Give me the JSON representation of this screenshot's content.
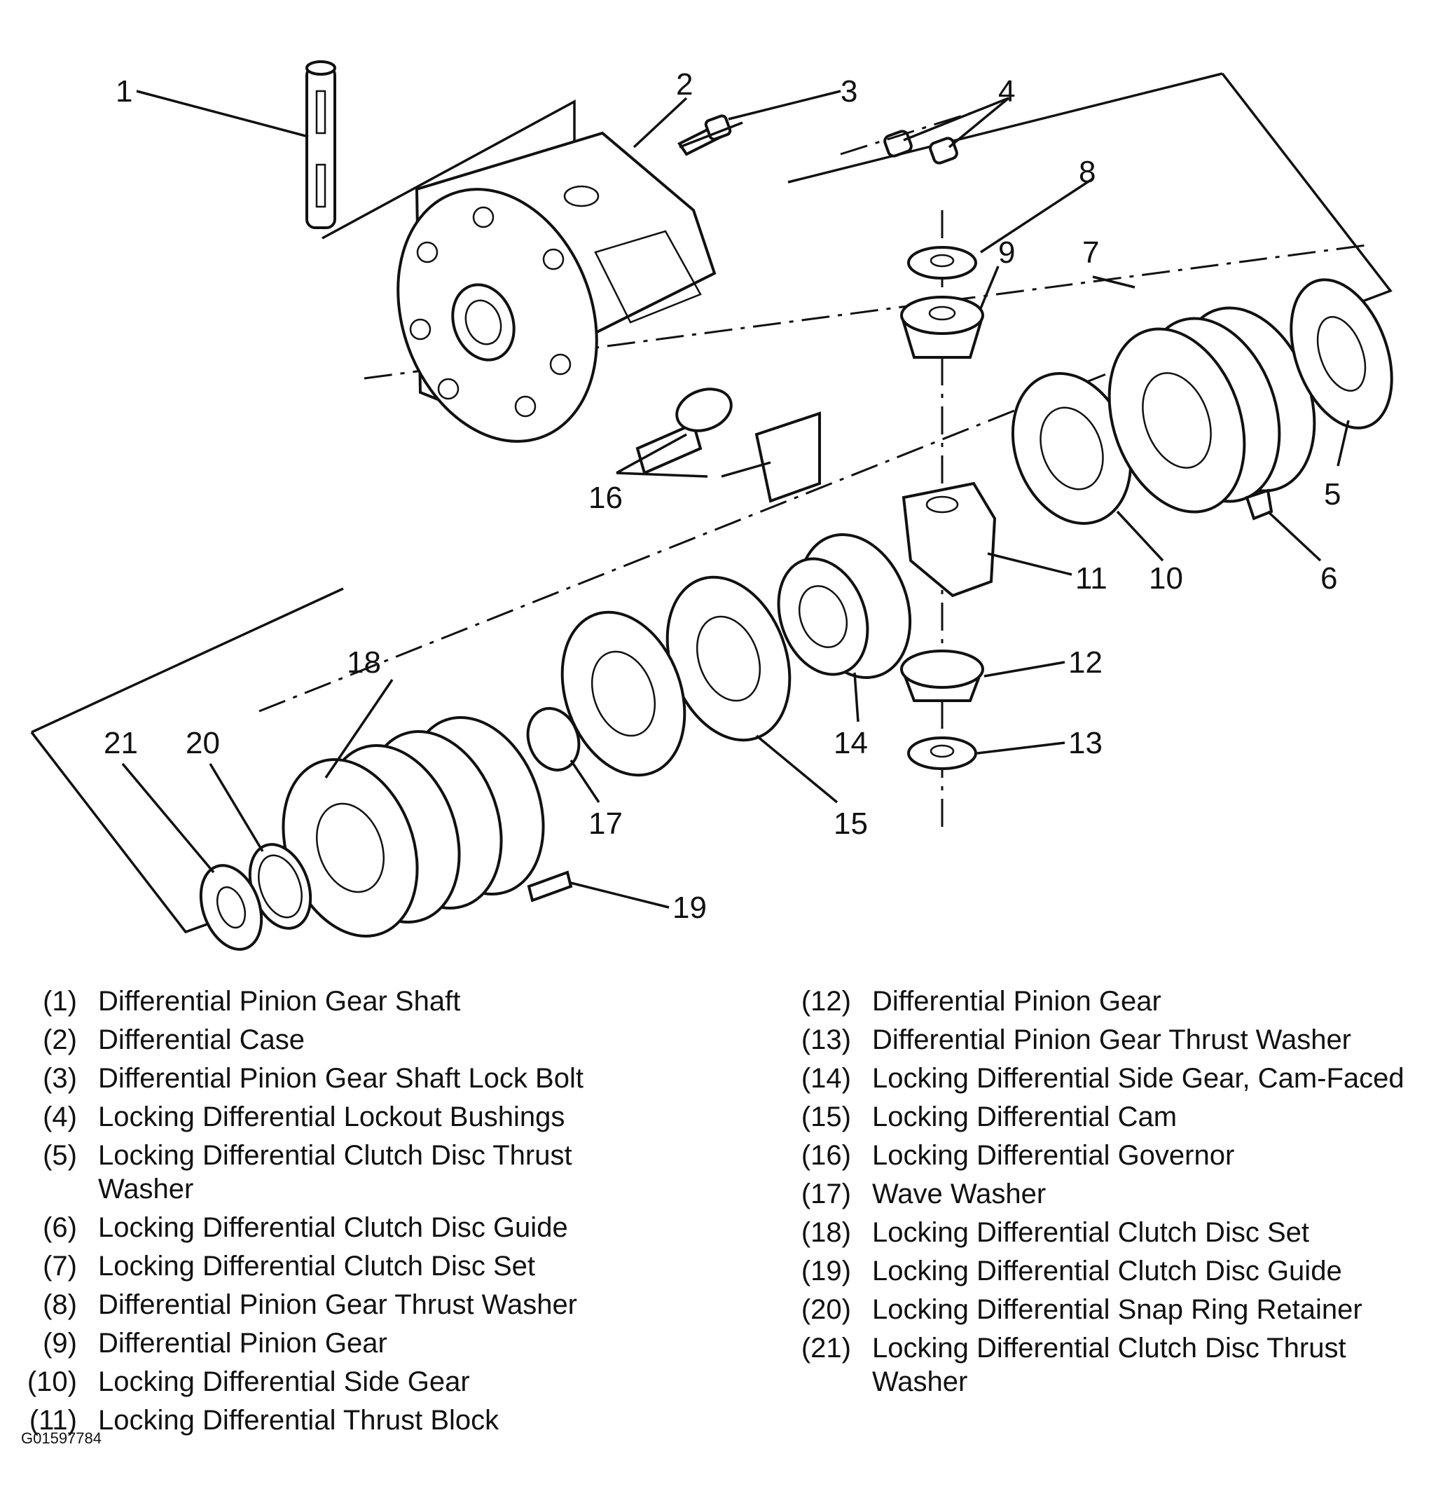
{
  "callouts": [
    "1",
    "2",
    "3",
    "4",
    "5",
    "6",
    "7",
    "8",
    "9",
    "10",
    "11",
    "12",
    "13",
    "14",
    "15",
    "16",
    "17",
    "18",
    "19",
    "20",
    "21"
  ],
  "legend_left": [
    {
      "num": "(1)",
      "text": "Differential Pinion Gear Shaft"
    },
    {
      "num": "(2)",
      "text": "Differential Case"
    },
    {
      "num": "(3)",
      "text": "Differential Pinion Gear Shaft Lock Bolt"
    },
    {
      "num": "(4)",
      "text": "Locking Differential Lockout Bushings"
    },
    {
      "num": "(5)",
      "text": "Locking Differential Clutch Disc Thrust Washer"
    },
    {
      "num": "(6)",
      "text": "Locking Differential Clutch Disc Guide"
    },
    {
      "num": "(7)",
      "text": "Locking Differential Clutch Disc Set"
    },
    {
      "num": "(8)",
      "text": "Differential Pinion Gear Thrust Washer"
    },
    {
      "num": "(9)",
      "text": "Differential Pinion Gear"
    },
    {
      "num": "(10)",
      "text": "Locking Differential Side Gear"
    },
    {
      "num": "(11)",
      "text": "Locking Differential Thrust Block"
    }
  ],
  "legend_right": [
    {
      "num": "(12)",
      "text": "Differential Pinion Gear"
    },
    {
      "num": "(13)",
      "text": "Differential Pinion Gear Thrust Washer"
    },
    {
      "num": "(14)",
      "text": "Locking Differential Side Gear, Cam-Faced"
    },
    {
      "num": "(15)",
      "text": "Locking Differential Cam"
    },
    {
      "num": "(16)",
      "text": "Locking Differential Governor"
    },
    {
      "num": "(17)",
      "text": "Wave Washer"
    },
    {
      "num": "(18)",
      "text": "Locking Differential Clutch Disc Set"
    },
    {
      "num": "(19)",
      "text": "Locking Differential Clutch Disc Guide"
    },
    {
      "num": "(20)",
      "text": "Locking Differential Snap Ring Retainer"
    },
    {
      "num": "(21)",
      "text": "Locking Differential Clutch Disc Thrust Washer"
    }
  ],
  "figure_id": "G01597784"
}
